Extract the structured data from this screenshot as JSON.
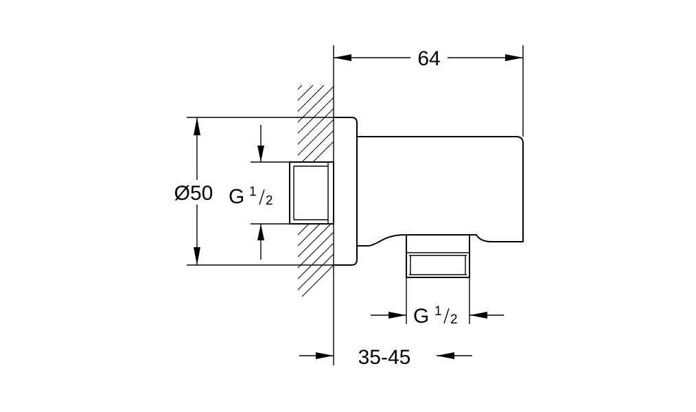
{
  "dimensions": {
    "overall_depth": "64",
    "flange_diameter": "Ø50",
    "inlet_thread": {
      "letter": "G",
      "numerator": "1",
      "denominator": "2"
    },
    "outlet_thread": {
      "letter": "G",
      "numerator": "1",
      "denominator": "2"
    },
    "wall_range": "35-45"
  },
  "colors": {
    "line": "#000000",
    "background": "#ffffff"
  }
}
